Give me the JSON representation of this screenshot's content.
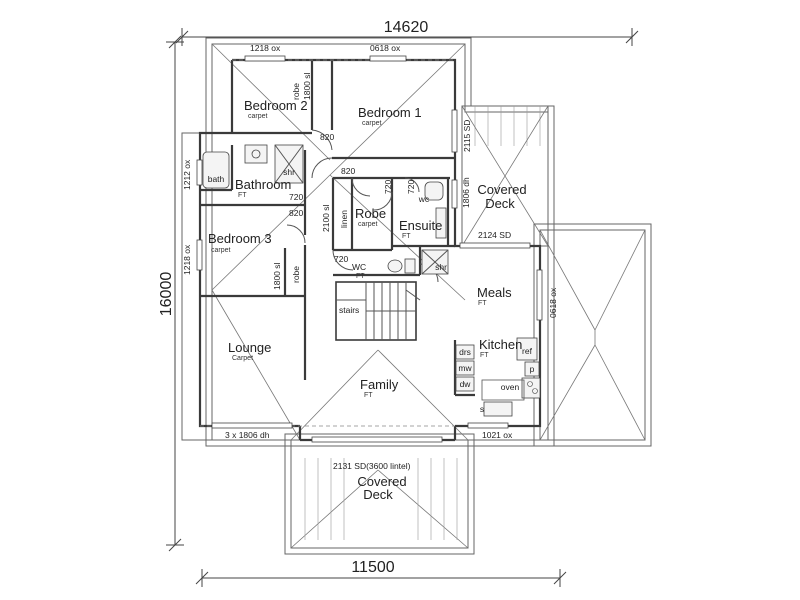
{
  "dimensions": {
    "top": "14620",
    "left": "16000",
    "bottom": "11500"
  },
  "rooms": {
    "bedroom1": {
      "name": "Bedroom 1",
      "finish": "carpet"
    },
    "bedroom2": {
      "name": "Bedroom 2",
      "finish": "carpet"
    },
    "bedroom3": {
      "name": "Bedroom 3",
      "finish": "carpet"
    },
    "bathroom": {
      "name": "Bathroom",
      "finish": "FT"
    },
    "robe": {
      "name": "Robe",
      "finish": "carpet"
    },
    "ensuite": {
      "name": "Ensuite",
      "finish": "FT"
    },
    "wc": {
      "name": "WC",
      "finish": "FT"
    },
    "lounge": {
      "name": "Lounge",
      "finish": "Carpet"
    },
    "family": {
      "name": "Family",
      "finish": "FT"
    },
    "meals": {
      "name": "Meals",
      "finish": "FT"
    },
    "kitchen": {
      "name": "Kitchen",
      "finish": "FT"
    },
    "covered_deck_top": {
      "line1": "Covered",
      "line2": "Deck"
    },
    "covered_deck_bottom": {
      "line1": "Covered",
      "line2": "Deck"
    },
    "stairs": "stairs",
    "linen": "linen"
  },
  "fixtures": {
    "bath": "bath",
    "shower": "shr",
    "shower2": "shr",
    "wc": "wc",
    "robe": "robe",
    "robe2": "robe",
    "drs": "drs",
    "mw": "mw",
    "dw": "dw",
    "oven": "oven",
    "fridge": "ref",
    "pantry": "p",
    "sink": "s"
  },
  "annotations": {
    "win_1218_top": "1218 ox",
    "win_0618_top": "0618 ox",
    "robe_1800_top": "1800 sl",
    "win_2115": "2115 SD",
    "door_820_a": "820",
    "door_820_b": "820",
    "door_820_c": "820",
    "door_720_a": "720",
    "door_720_b": "720",
    "door_720_c": "720",
    "door_720_d": "720",
    "win_1212_left": "1212 ox",
    "win_1806_dh_right": "1806 dh",
    "linen_2100": "2100 sl",
    "win_1218_left": "1218 ox",
    "win_2124": "2124 SD",
    "robe_1800_left": "1800 sl",
    "win_0618_right": "0618 ox",
    "lounge_windows": "3 x 1806 dh",
    "win_1021": "1021 ox",
    "door_2131": "2131 SD(3600 lintel)"
  }
}
